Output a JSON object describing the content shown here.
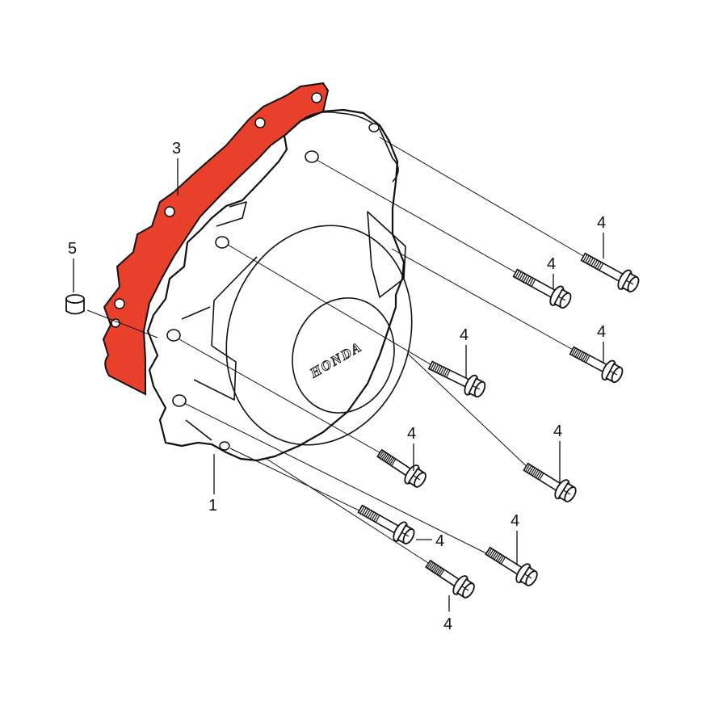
{
  "diagram": {
    "brand_mark": "HONDA",
    "gasket_color": "#e8402a",
    "callouts": {
      "cover": "1",
      "gasket": "3",
      "bolt": "4",
      "dowel": "5"
    }
  }
}
